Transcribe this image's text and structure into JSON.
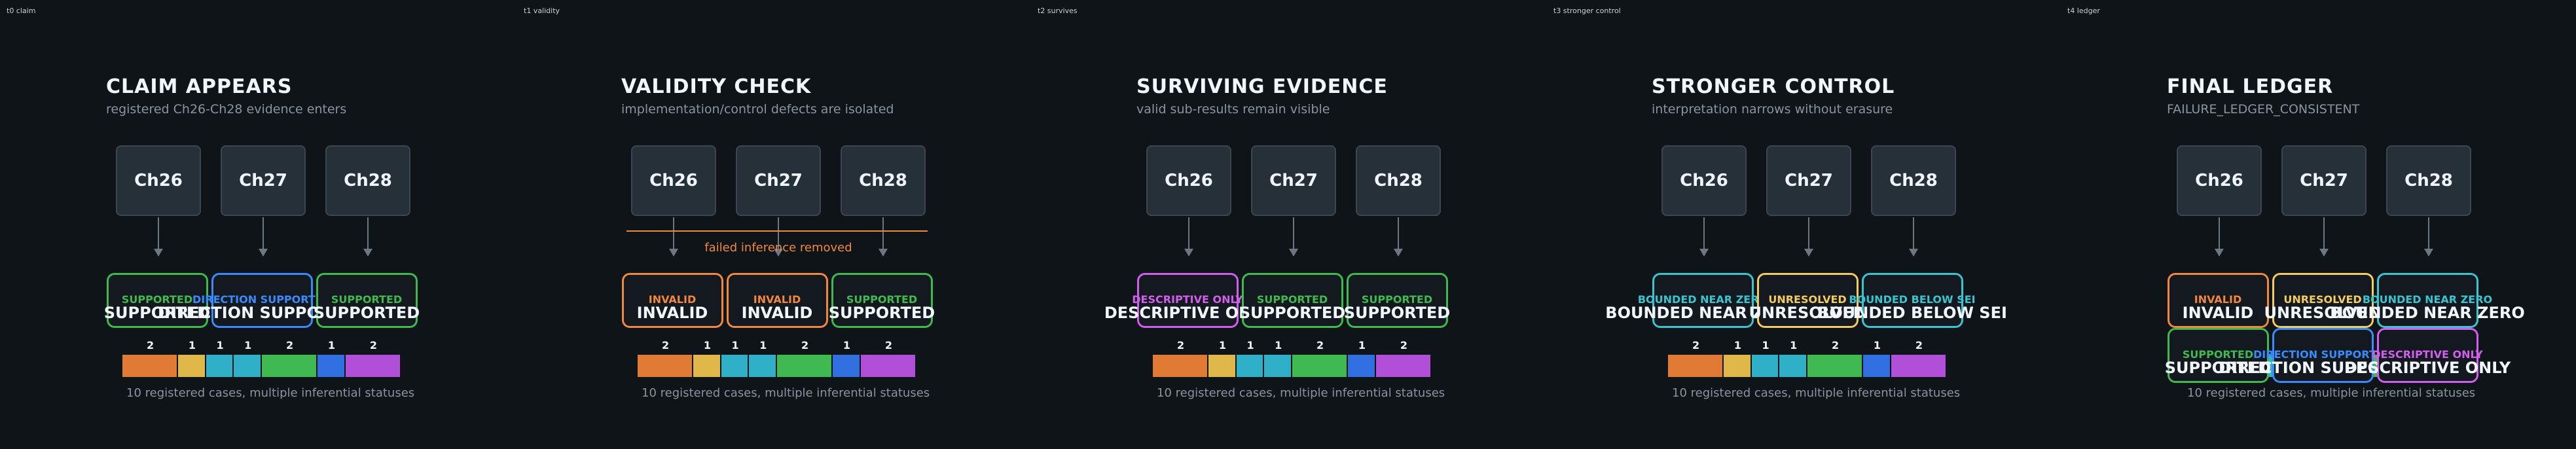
{
  "panels": [
    {
      "tab": "t0 claim",
      "title": "CLAIM APPEARS",
      "subtitle": "registered Ch26-Ch28 evidence enters",
      "chapters": [
        "Ch26",
        "Ch27",
        "Ch28"
      ],
      "statuses": [
        {
          "small": "SUPPORTED",
          "big": "SUPPORTED",
          "color": "#3fb950"
        },
        {
          "small": "DIRECTION SUPPORTED",
          "big": "DIRECTION SUPPORTED",
          "color": "#388bfd"
        },
        {
          "small": "SUPPORTED",
          "big": "SUPPORTED",
          "color": "#3fb950"
        }
      ],
      "caption": "10 registered cases, multiple inferential statuses"
    },
    {
      "tab": "t1 validity",
      "title": "VALIDITY CHECK",
      "subtitle": "implementation/control defects are isolated",
      "chapters": [
        "Ch26",
        "Ch27",
        "Ch28"
      ],
      "statuses": [
        {
          "small": "INVALID",
          "big": "INVALID",
          "color": "#f0883e"
        },
        {
          "small": "INVALID",
          "big": "INVALID",
          "color": "#f0883e"
        },
        {
          "small": "SUPPORTED",
          "big": "SUPPORTED",
          "color": "#3fb950"
        }
      ],
      "note": "failed inference removed",
      "caption": "10 registered cases, multiple inferential statuses"
    },
    {
      "tab": "t2 survives",
      "title": "SURVIVING EVIDENCE",
      "subtitle": "valid sub-results remain visible",
      "chapters": [
        "Ch26",
        "Ch27",
        "Ch28"
      ],
      "statuses": [
        {
          "small": "DESCRIPTIVE ONLY",
          "big": "DESCRIPTIVE ONLY",
          "color": "#d25ef0"
        },
        {
          "small": "SUPPORTED",
          "big": "SUPPORTED",
          "color": "#3fb950"
        },
        {
          "small": "SUPPORTED",
          "big": "SUPPORTED",
          "color": "#3fb950"
        }
      ],
      "caption": "10 registered cases, multiple inferential statuses"
    },
    {
      "tab": "t3 stronger control",
      "title": "STRONGER CONTROL",
      "subtitle": "interpretation narrows without erasure",
      "chapters": [
        "Ch26",
        "Ch27",
        "Ch28"
      ],
      "statuses": [
        {
          "small": "BOUNDED NEAR ZERO",
          "big": "BOUNDED NEAR ZERO",
          "color": "#39c5cf"
        },
        {
          "small": "UNRESOLVED",
          "big": "UNRESOLVED",
          "color": "#f2cc60"
        },
        {
          "small": "BOUNDED BELOW SEI",
          "big": "BOUNDED BELOW SEI",
          "color": "#39c5cf"
        }
      ],
      "caption": "10 registered cases, multiple inferential statuses"
    },
    {
      "tab": "t4 ledger",
      "title": "FINAL LEDGER",
      "subtitle": "FAILURE_LEDGER_CONSISTENT",
      "chapters": [
        "Ch26",
        "Ch27",
        "Ch28"
      ],
      "statuses": [
        {
          "small": "INVALID",
          "big": "INVALID",
          "color": "#f0883e"
        },
        {
          "small": "UNRESOLVED",
          "big": "UNRESOLVED",
          "color": "#f2cc60"
        },
        {
          "small": "BOUNDED NEAR ZERO",
          "big": "BOUNDED NEAR ZERO",
          "color": "#39c5cf"
        }
      ],
      "statuses2": [
        {
          "small": "SUPPORTED",
          "big": "SUPPORTED",
          "color": "#3fb950"
        },
        {
          "small": "DIRECTION SUPPORTED",
          "big": "DIRECTION SUPPORTED",
          "color": "#388bfd"
        },
        {
          "small": "DESCRIPTIVE ONLY",
          "big": "DESCRIPTIVE ONLY",
          "color": "#d25ef0"
        }
      ],
      "caption": "10 registered cases, multiple inferential statuses"
    }
  ],
  "ledger_bar": {
    "segments": [
      {
        "count": 2,
        "color": "#e07a35"
      },
      {
        "count": 1,
        "color": "#e0b84a"
      },
      {
        "count": 1,
        "color": "#2fb0c8"
      },
      {
        "count": 1,
        "color": "#2fb0c8"
      },
      {
        "count": 2,
        "color": "#3fb950"
      },
      {
        "count": 1,
        "color": "#2f6fe0"
      },
      {
        "count": 2,
        "color": "#b14fd8"
      }
    ]
  }
}
